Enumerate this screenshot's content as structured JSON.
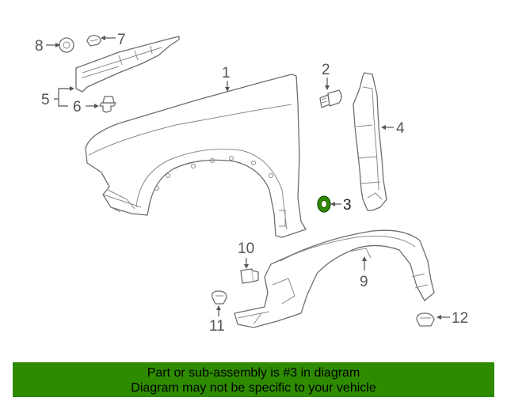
{
  "callouts": {
    "n1": "1",
    "n2": "2",
    "n3": "3",
    "n4": "4",
    "n5": "5",
    "n6": "6",
    "n7": "7",
    "n8": "8",
    "n9": "9",
    "n10": "10",
    "n11": "11",
    "n12": "12"
  },
  "highlight_color": "#2e8b00",
  "banner": {
    "line1": "Part or sub-assembly is #3 in diagram",
    "line2": "Diagram may not be specific to your vehicle",
    "background": "#2e8b00"
  }
}
